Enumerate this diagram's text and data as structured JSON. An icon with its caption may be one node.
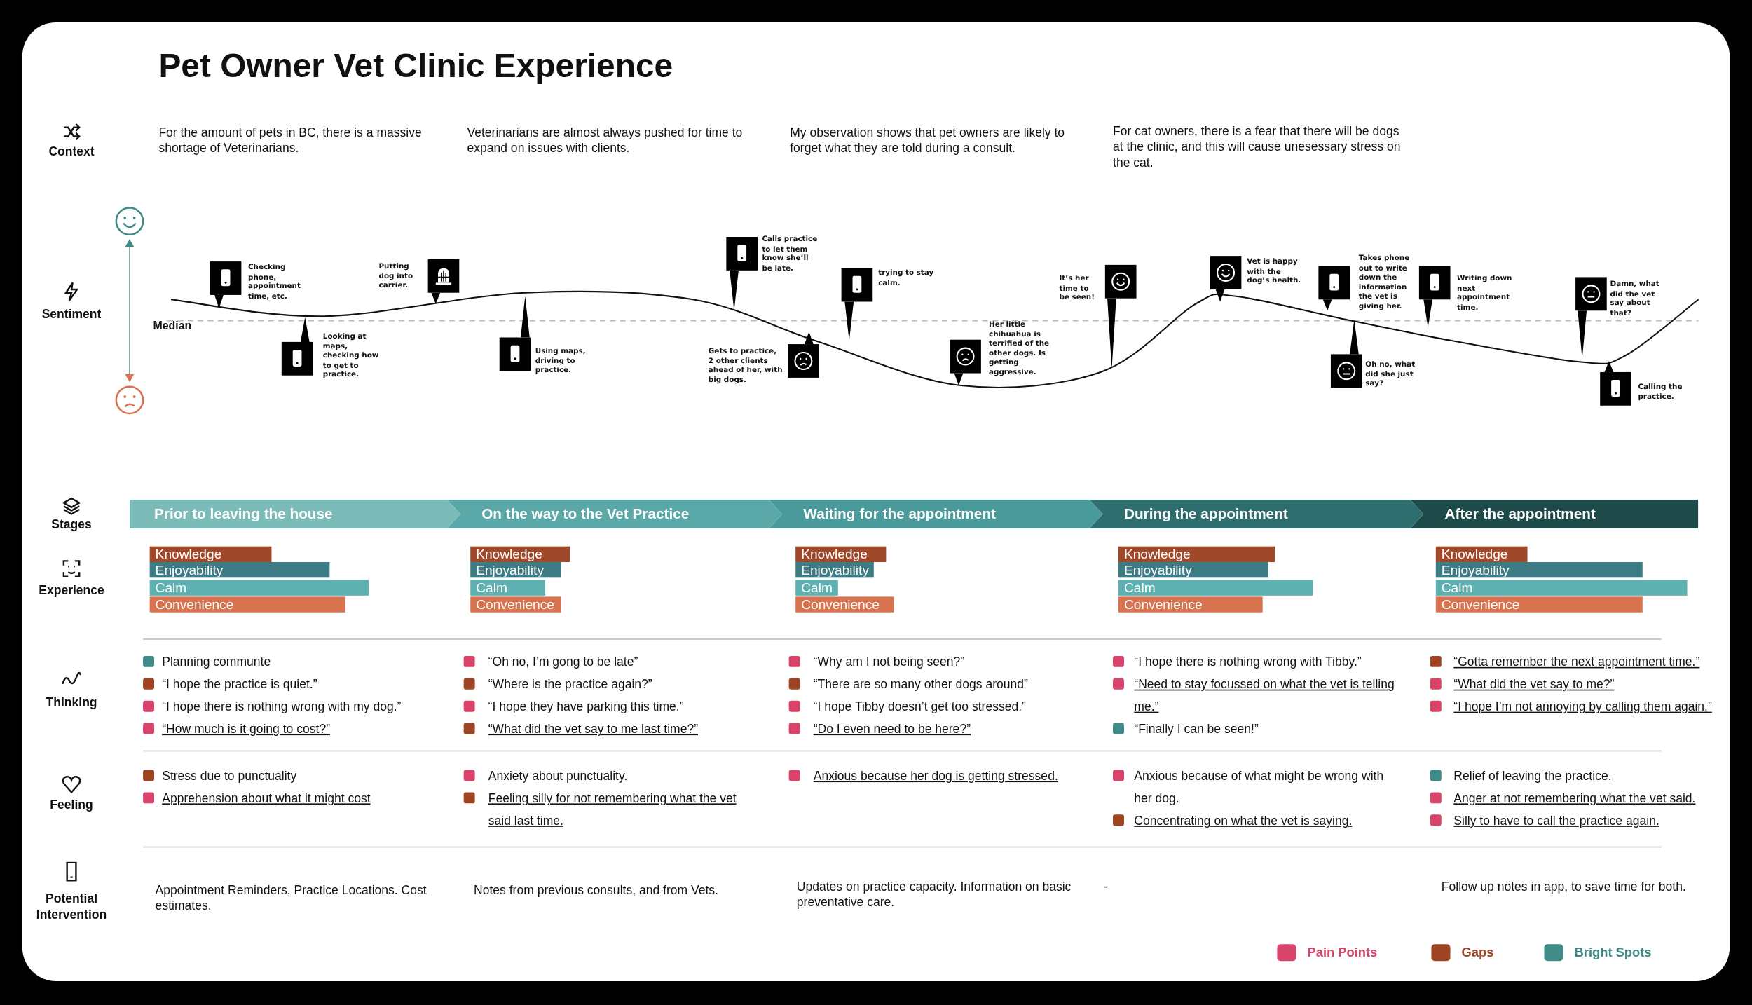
{
  "diagram": {
    "title": "Pet Owner Vet Clinic Experience",
    "nodes": [
      {
        "text": [
          "Prior to leaving the house"
        ]
      },
      {
        "text": [
          "On the way to the Vet Practice"
        ]
      },
      {
        "text": [
          "Waiting for the appointment"
        ]
      },
      {
        "text": [
          "During the appointment"
        ]
      },
      {
        "text": [
          "After the appointment"
        ]
      },
      {
        "text": [
          "Knowledge"
        ]
      },
      {
        "text": [
          "Enjoyability"
        ]
      },
      {
        "text": [
          "Calm"
        ]
      },
      {
        "text": [
          "Convenience"
        ]
      },
      {
        "text": [
          "Knowledge"
        ]
      },
      {
        "text": [
          "Enjoyability"
        ]
      },
      {
        "text": [
          "Calm"
        ]
      },
      {
        "text": [
          "Convenience"
        ]
      },
      {
        "text": [
          "Knowledge"
        ]
      },
      {
        "text": [
          "Enjoyability"
        ]
      },
      {
        "text": [
          "Calm"
        ]
      },
      {
        "text": [
          "Convenience"
        ]
      },
      {
        "text": [
          "Knowledge"
        ]
      },
      {
        "text": [
          "Enjoyability"
        ]
      },
      {
        "text": [
          "Calm"
        ]
      },
      {
        "text": [
          "Convenience"
        ]
      },
      {
        "text": [
          "Knowledge"
        ]
      },
      {
        "text": [
          "Enjoyability"
        ]
      },
      {
        "text": [
          "Calm"
        ]
      },
      {
        "text": [
          "Convenience"
        ]
      },
      {
        "text": [],
        "shape": "box",
        "beside": [
          "Checking phone, appointment time, etc."
        ]
      },
      {
        "text": [],
        "shape": "box",
        "beside": [
          "Looking at maps, checking how to get to practice."
        ]
      },
      {
        "text": [],
        "shape": "box",
        "beside": [
          "Putting dog into carrier."
        ]
      },
      {
        "text": [],
        "shape": "box",
        "beside": [
          "Using maps, driving to practice."
        ]
      },
      {
        "text": [],
        "shape": "box",
        "beside": [
          "Calls practice to let them know she’ll be late."
        ]
      },
      {
        "text": [],
        "shape": "box",
        "beside": [
          "Gets to practice, 2 other clients ahead of her, with big dogs."
        ]
      },
      {
        "text": [],
        "shape": "box",
        "beside": [
          "trying to stay calm."
        ]
      },
      {
        "text": [],
        "shape": "box",
        "beside": [
          "Her little chihuahua is terrified of the other dogs. Is getting aggressive."
        ]
      },
      {
        "text": [],
        "shape": "box",
        "beside": [
          "It’s her time to be seen!"
        ]
      },
      {
        "text": [],
        "shape": "box",
        "beside": [
          "Vet is happy with the dog’s health."
        ]
      },
      {
        "text": [],
        "shape": "box",
        "beside": [
          "Takes phone out to write down the information the vet is giving her."
        ]
      },
      {
        "text": [],
        "shape": "box",
        "beside": [
          "Oh no, what did she just say?"
        ]
      },
      {
        "text": [],
        "shape": "box",
        "beside": [
          "Writing down next appointment time."
        ]
      },
      {
        "text": [],
        "shape": "box",
        "beside": [
          "Damn, what did the vet say about that?"
        ]
      },
      {
        "text": [],
        "shape": "box",
        "beside": [
          "Calling the practice."
        ]
      }
    ],
    "labels": [
      "Context",
      "For the amount of pets in BC, there is a massive shortage of Veterinarians.",
      "Veterinarians are almost always pushed for time to expand on issues with clients.",
      "My observation shows that pet owners are likely to forget what they are told during a consult.",
      "For cat owners, there is a fear that there will be dogs at the clinic, and this will cause unesessary stress on the cat.",
      "Sentiment",
      "Median",
      "Stages",
      "Experience",
      "Thinking",
      "Planning communte",
      "“I hope the practice is quiet.”",
      "“I hope there is nothing wrong with my dog.”",
      "“How much is it going to cost?”",
      "“Oh no, I’m gong to be late”",
      "“Where is the practice again?”",
      "“I hope they have parking this time.”",
      "“What did the vet say to me last time?”",
      "“Why am I not being seen?”",
      "“There are so many other dogs around”",
      "“I hope Tibby doesn’t get too stressed.”",
      "“Do I even need to be here?”",
      "“I hope there is nothing wrong with Tibby.”",
      "“Need to stay focussed on what the vet is telling me.”",
      "“Finally I can be seen!”",
      "“Gotta remember the next appointment time.”",
      "“What did the vet say to me?”",
      "“I hope I’m not annoying by calling them again.”",
      "Feeling",
      "Stress due to punctuality",
      "Apprehension about what it might cost",
      "Anxiety about punctuality.",
      "Feeling silly for not remembering what the vet said last time.",
      "Anxious because her dog is getting stressed.",
      "Anxious because of what might be wrong with her dog.",
      "Concentrating on what the vet is saying.",
      "Relief of leaving the practice.",
      "Anger at not remembering what the vet said.",
      "Silly to have to call the practice again.",
      "Potential Intervention",
      "Appointment Reminders, Practice Locations. Cost estimates.",
      "Notes from previous consults, and from Vets.",
      "Updates on practice capacity. Information on basic preventative care.",
      "-",
      "Follow up notes in app, to save time for both."
    ],
    "legend": [
      {
        "text": "Pain Points",
        "color": "#d9456a"
      },
      {
        "text": "Gaps",
        "color": "#9e4423"
      },
      {
        "text": "Bright Spots",
        "color": "#3f8b88"
      }
    ]
  }
}
